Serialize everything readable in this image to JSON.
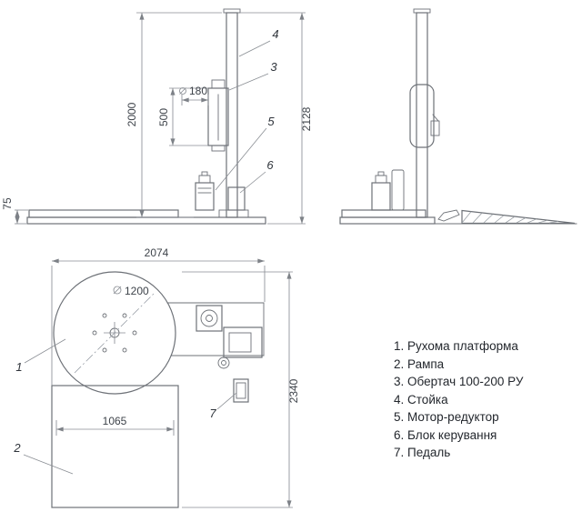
{
  "colors": {
    "background": "#ffffff",
    "outline": "#6d7177",
    "dimension_line": "#8a8e94",
    "dimension_text": "#3e434a",
    "legend_text": "#23272d"
  },
  "front_view": {
    "dim_total_height": "2000",
    "dim_carriage_travel": "500",
    "film_roll_diameter": "180",
    "dim_mast_height": "2128",
    "dim_platform_height": "75",
    "callout_carriage": "3",
    "callout_mast": "4",
    "callout_motor": "5",
    "callout_control_unit": "6"
  },
  "top_view": {
    "dim_overall_length": "2074",
    "turntable_diameter": "1200",
    "dim_ramp_width": "1065",
    "dim_overall_depth": "2340",
    "callout_platform": "1",
    "callout_ramp": "2",
    "callout_pedal": "7"
  },
  "legend": {
    "items": [
      {
        "num": "1.",
        "label": "Рухома платформа"
      },
      {
        "num": "2.",
        "label": "Рампа"
      },
      {
        "num": "3.",
        "label": "Обертач 100-200 РУ"
      },
      {
        "num": "4.",
        "label": "Стойка"
      },
      {
        "num": "5.",
        "label": "Мотор-редуктор"
      },
      {
        "num": "6.",
        "label": "Блок керування"
      },
      {
        "num": "7.",
        "label": "Педаль"
      }
    ]
  }
}
